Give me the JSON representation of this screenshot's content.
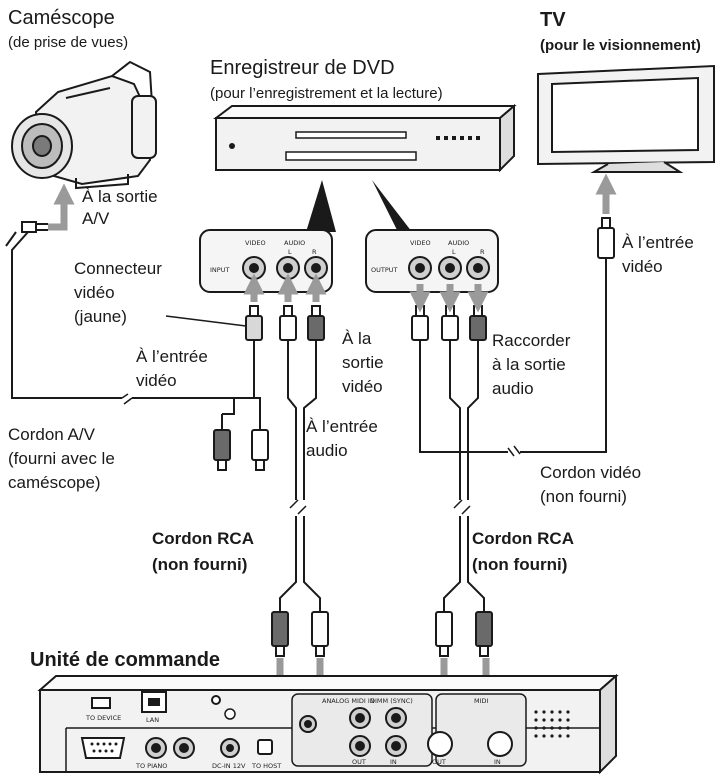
{
  "devices": {
    "camcorder": {
      "name": "Caméscope",
      "role": "(de prise de vues)"
    },
    "recorder": {
      "name": "Enregistreur de DVD",
      "role": "(pour l’enregistrement et la lecture)"
    },
    "tv": {
      "name": "TV",
      "role": "(pour le visionnement)"
    },
    "control_unit": {
      "name": "Unité de commande"
    }
  },
  "panels": {
    "input": {
      "title": "INPUT",
      "video": "VIDEO",
      "audio": "AUDIO",
      "left": "L",
      "right": "R"
    },
    "output": {
      "title": "OUTPUT",
      "video": "VIDEO",
      "audio": "AUDIO",
      "left": "L",
      "right": "R"
    }
  },
  "control_unit_ports": {
    "usb_device": "TO DEVICE",
    "lan": "LAN",
    "piano": "TO PIANO",
    "dc_in": "DC-IN 12V",
    "usb_host": "TO HOST",
    "analog_midi_in": "ANALOG MIDI IN",
    "dimm_sync": "DIMM (SYNC)",
    "out": "OUT",
    "in": "IN",
    "midi": "MIDI",
    "midi_out": "OUT",
    "midi_in": "IN"
  },
  "annotations": {
    "av_output_line1": "À la sortie",
    "av_output_line2": "A/V",
    "video_connector_line1": "Connecteur",
    "video_connector_line2": "vidéo",
    "video_connector_line3": "(jaune)",
    "video_input_left_line1": "À l’entrée",
    "video_input_left_line2": "vidéo",
    "av_cord_line1": "Cordon A/V",
    "av_cord_line2": "(fourni avec le",
    "av_cord_line3": "caméscope)",
    "audio_input_line1": "À l’entrée",
    "audio_input_line2": "audio",
    "video_output_line1": "À la",
    "video_output_line2": "sortie",
    "video_output_line3": "vidéo",
    "audio_output_line1": "Raccorder",
    "audio_output_line2": "à la sortie",
    "audio_output_line3": "audio",
    "video_input_tv_line1": "À l’entrée",
    "video_input_tv_line2": "vidéo",
    "video_cord_line1": "Cordon vidéo",
    "video_cord_line2": "(non fourni)",
    "rca_left_line1": "Cordon RCA",
    "rca_left_line2": "(non fourni)",
    "rca_right_line1": "Cordon RCA",
    "rca_right_line2": "(non fourni)"
  },
  "colors": {
    "line": "#1a1a1a",
    "arrow": "#9a9a9a",
    "plug_red": "#6a6a6a",
    "plug_white": "#ffffff",
    "plug_yellow": "#d8d8d8",
    "device_fill": "#f2f2f2"
  }
}
